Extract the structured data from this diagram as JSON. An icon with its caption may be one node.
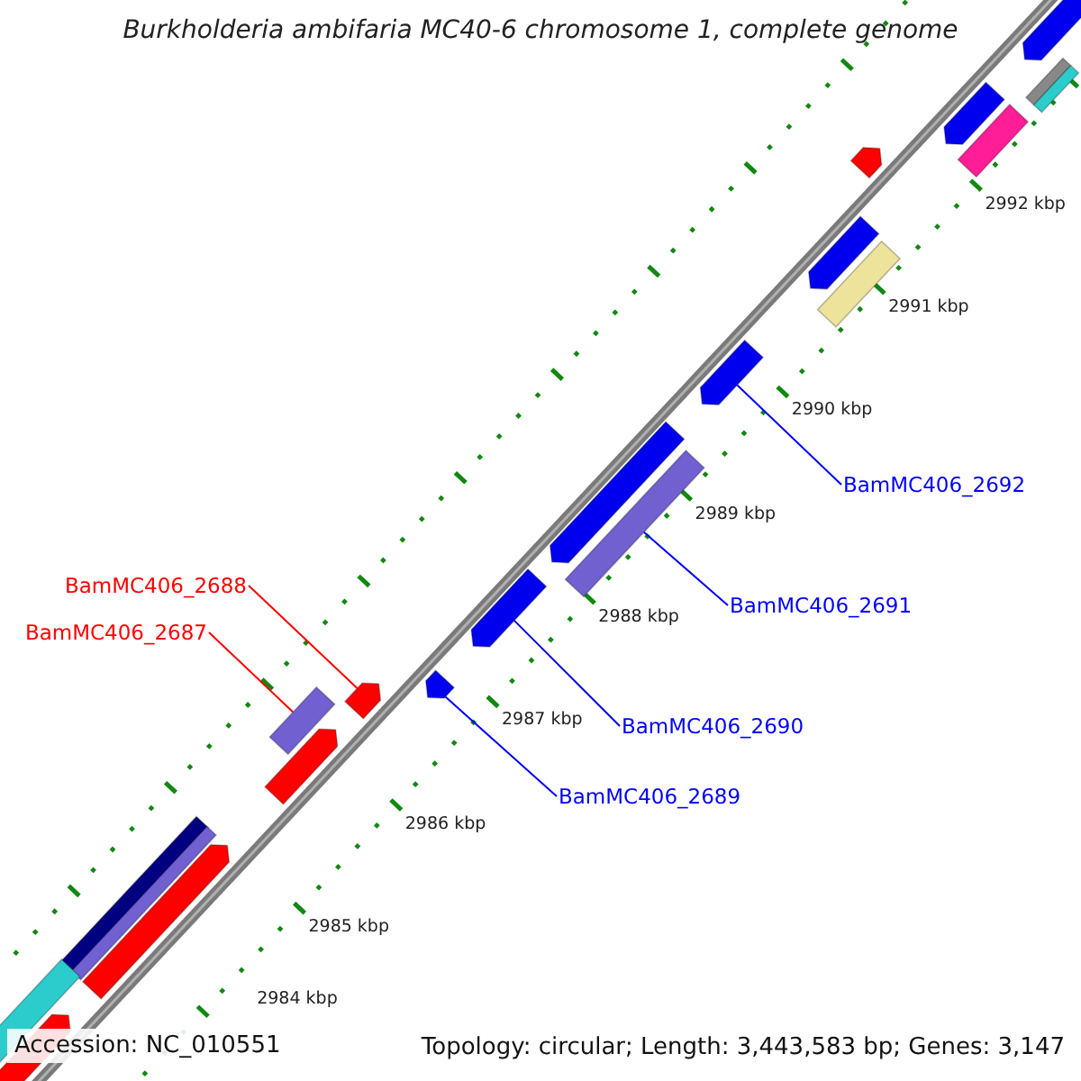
{
  "diagram": {
    "title": "Burkholderia ambifaria MC40-6 chromosome 1, complete genome",
    "nodes": [
      {
        "text": [
          "BamMC406_2692"
        ]
      },
      {
        "text": [
          "BamMC406_2688"
        ]
      },
      {
        "text": [
          "BamMC406_2691"
        ]
      },
      {
        "text": [
          "BamMC406_2687"
        ]
      },
      {
        "text": [
          "BamMC406_2690"
        ]
      },
      {
        "text": [
          "BamMC406_2689"
        ]
      },
      {
        "text": [],
        "shape": "bar"
      },
      {
        "text": [],
        "shape": "bar"
      },
      {
        "text": [],
        "shape": "bar"
      },
      {
        "text": [],
        "shape": "bar"
      },
      {
        "text": [],
        "shape": "bar"
      },
      {
        "text": [],
        "shape": "bar"
      },
      {
        "text": [],
        "shape": "bar"
      },
      {
        "text": [],
        "shape": "bar"
      },
      {
        "text": [],
        "shape": "bar"
      },
      {
        "text": [],
        "shape": "bar"
      },
      {
        "text": [],
        "shape": "bar"
      },
      {
        "text": [],
        "shape": "bar"
      },
      {
        "text": [],
        "shape": "bar"
      },
      {
        "text": [],
        "shape": "bar"
      },
      {
        "text": [],
        "shape": "bar"
      },
      {
        "text": [],
        "shape": "bar"
      },
      {
        "text": [],
        "shape": "bar"
      },
      {
        "text": [],
        "shape": "bar"
      },
      {
        "text": [],
        "shape": "bar"
      },
      {
        "text": [],
        "shape": "bar"
      },
      {
        "text": [],
        "shape": "bar"
      }
    ],
    "edges": [
      {
        "from": 0,
        "to": 14,
        "arrow": "none"
      },
      {
        "from": 1,
        "to": 19,
        "arrow": "none",
        "color": "#ff0000"
      },
      {
        "from": 2,
        "to": 16,
        "arrow": "none"
      },
      {
        "from": 3,
        "to": 20,
        "arrow": "none",
        "color": "#ff0000"
      },
      {
        "from": 4,
        "to": 17,
        "arrow": "none"
      },
      {
        "from": 5,
        "to": 18,
        "arrow": "none"
      }
    ],
    "labels": [
      "2992 kbp",
      "2991 kbp",
      "2990 kbp",
      "2989 kbp",
      "2988 kbp",
      "2987 kbp",
      "2986 kbp",
      "2985 kbp",
      "2984 kbp",
      "Accession: NC_010551",
      "Topology: circular; Length: 3,443,583 bp; Genes: 3,147"
    ]
  }
}
